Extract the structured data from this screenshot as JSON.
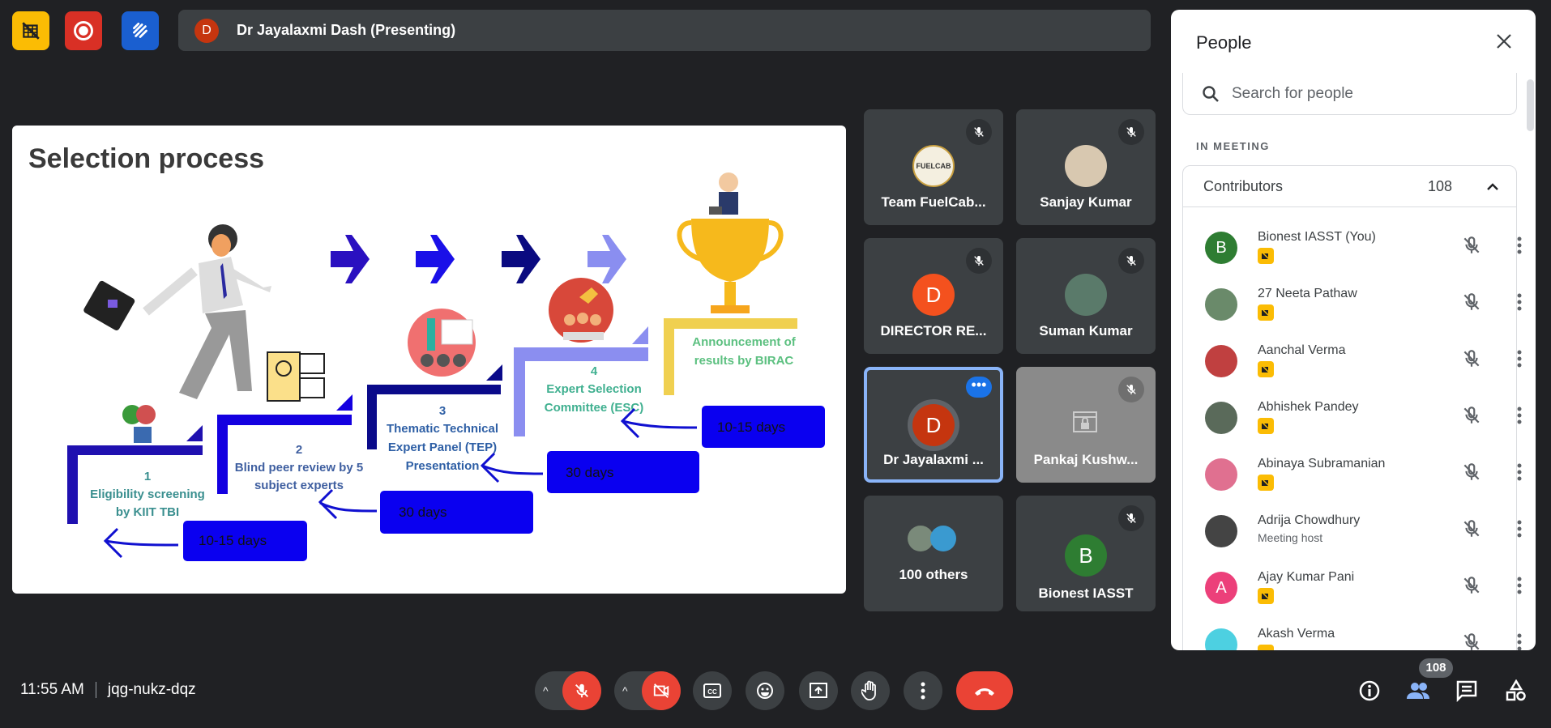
{
  "top": {
    "presenter_initial": "D",
    "presenter_label": "Dr Jayalaxmi Dash (Presenting)"
  },
  "slide": {
    "title": "Selection process",
    "steps": [
      {
        "num": "1",
        "line1": "Eligibility screening",
        "line2": "by KIIT TBI"
      },
      {
        "num": "2",
        "line1": "Blind peer review by 5",
        "line2": "subject experts"
      },
      {
        "num": "3",
        "line1": "Thematic Technical",
        "line2": "Expert Panel (TEP)",
        "line3": "Presentation"
      },
      {
        "num": "4",
        "line1": "Expert Selection",
        "line2": "Committee (ESC)"
      },
      {
        "line1": "Announcement of",
        "line2": "results by BIRAC"
      }
    ],
    "durations": [
      "10-15 days",
      "30 days",
      "30 days",
      "10-15 days"
    ]
  },
  "tiles": [
    {
      "name": "Team FuelCab...",
      "avatar": "FUELCAB"
    },
    {
      "name": "Sanjay Kumar"
    },
    {
      "name": "DIRECTOR RE...",
      "initial": "D"
    },
    {
      "name": "Suman Kumar"
    },
    {
      "name": "Dr Jayalaxmi ...",
      "initial": "D"
    },
    {
      "name": "Pankaj Kushw..."
    },
    {
      "name": "100 others"
    },
    {
      "name": "Bionest IASST",
      "initial": "B"
    }
  ],
  "panel": {
    "title": "People",
    "search_placeholder": "Search for people",
    "section": "IN MEETING",
    "group": "Contributors",
    "group_count": "108",
    "people": [
      {
        "name": "Bionest IASST (You)",
        "initial": "B",
        "color": "#2e7d32"
      },
      {
        "name": "27 Neeta Pathaw"
      },
      {
        "name": "Aanchal Verma"
      },
      {
        "name": "Abhishek Pandey"
      },
      {
        "name": "Abinaya Subramanian"
      },
      {
        "name": "Adrija Chowdhury",
        "sub": "Meeting host"
      },
      {
        "name": "Ajay Kumar Pani",
        "initial": "A",
        "color": "#ec407a"
      },
      {
        "name": "Akash Verma"
      }
    ]
  },
  "bottom": {
    "time": "11:55 AM",
    "code": "jqg-nukz-dqz",
    "people_badge": "108"
  }
}
